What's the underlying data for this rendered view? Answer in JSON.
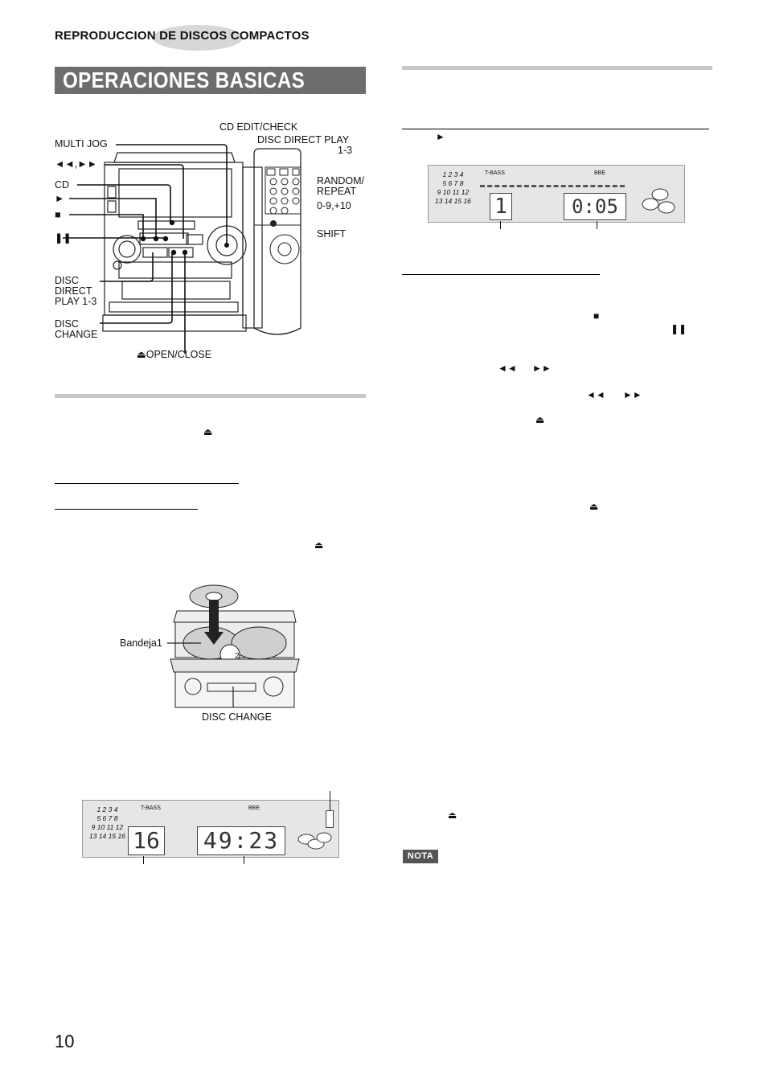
{
  "header": {
    "section": "REPRODUCCION DE DISCOS COMPACTOS",
    "title": "OPERACIONES BASICAS"
  },
  "main_unit_labels": {
    "multi_jog": "MULTI JOG",
    "skip": "◄◄,►►",
    "cd": "CD",
    "play": "►",
    "stop": "■",
    "pause": "❚❚",
    "disc_direct": "DISC DIRECT PLAY 1-3",
    "disc_change": "DISC CHANGE",
    "open_close": "⏏OPEN/CLOSE"
  },
  "remote_labels": {
    "cd_edit": "CD EDIT/CHECK",
    "disc_direct_play": "DISC DIRECT PLAY",
    "disc_direct_range": "1-3",
    "random_repeat": "RANDOM/ REPEAT",
    "numbers": "0-9,+10",
    "shift": "SHIFT"
  },
  "tray_figure": {
    "tray_label": "Bandeja1",
    "button_label": "DISC CHANGE",
    "tray_number": "2"
  },
  "display_top": {
    "tbass": "T-BASS",
    "bbe": "BBE",
    "track": "1",
    "time": "0:05",
    "disc_grid": [
      "1 2 3 4",
      "5 6 7 8",
      "9 10 11 12",
      "13 14 15 16"
    ]
  },
  "display_bottom": {
    "tbass": "T-BASS",
    "bbe": "BBE",
    "track": "16",
    "time": "49:23",
    "disc_grid": [
      "1 2 3 4",
      "5 6 7 8",
      "9 10 11 12",
      "13 14 15 16"
    ]
  },
  "inline_symbols": {
    "eject": "⏏",
    "play": "►",
    "stop": "■",
    "pause": "❚❚",
    "rew": "◄◄",
    "ff": "►►"
  },
  "nota": "NOTA",
  "page_number": "10"
}
